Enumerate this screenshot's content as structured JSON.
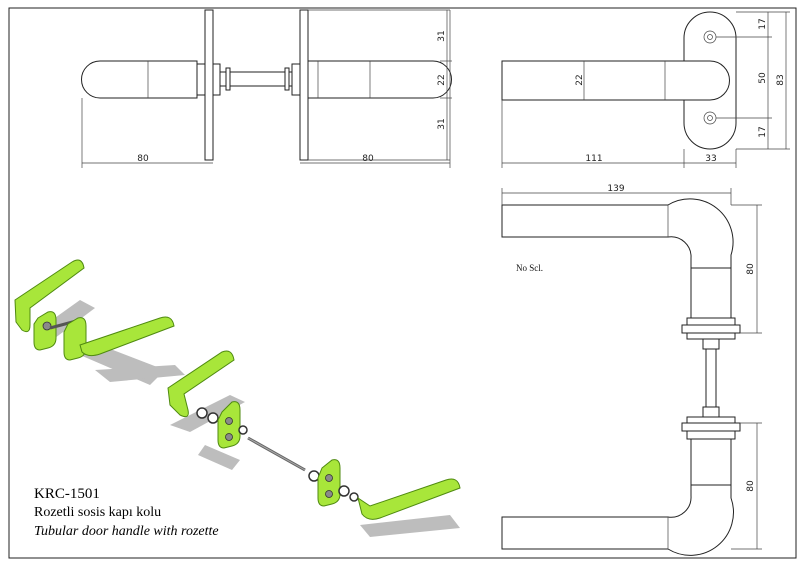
{
  "title": {
    "code": "KRC-1501",
    "name_tr": "Rozetli sosis kapı kolu",
    "name_en": "Tubular door handle with rozette"
  },
  "note": "No Scl.",
  "dimensions": {
    "front_left_length": "80",
    "front_right_length": "80",
    "front_top": "31",
    "front_mid": "22",
    "front_bottom": "31",
    "side_handle_dia": "22",
    "side_length": "111",
    "rosette_width": "33",
    "rosette_top": "17",
    "rosette_center": "50",
    "rosette_bottom": "17",
    "rosette_height": "83",
    "top_view_length": "139",
    "top_view_upper_height": "80",
    "top_view_lower_height": "80"
  },
  "colors": {
    "handle_green": "#a8e63a",
    "line": "#222222"
  }
}
